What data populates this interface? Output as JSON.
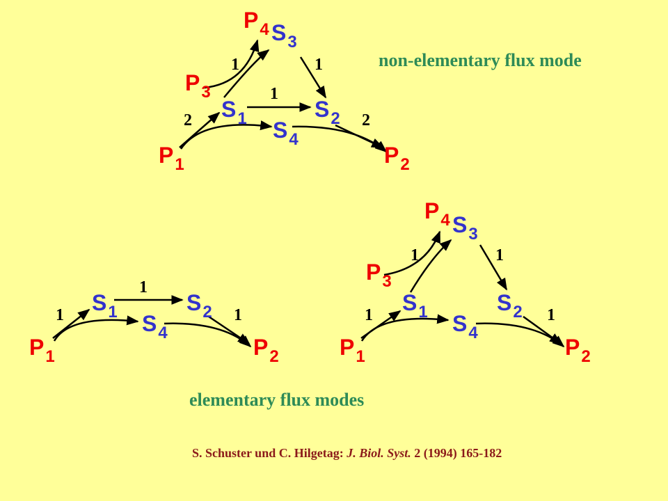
{
  "colors": {
    "background": "#ffff99",
    "product_node": "#ee0000",
    "substrate_node": "#3333cc",
    "caption": "#2e8b57",
    "citation": "#8b1a1a",
    "arrow": "#000000"
  },
  "captions": {
    "non_elementary": "non-elementary flux mode",
    "elementary": "elementary flux modes"
  },
  "citation": {
    "authors": "S. Schuster und C. Hilgetag: ",
    "journal": "J. Biol. Syst.",
    "details": " 2 (1994) 165-182"
  },
  "diagrams": [
    {
      "id": "non-elementary",
      "nodes": [
        {
          "letter": "P",
          "sub": "4"
        },
        {
          "letter": "S",
          "sub": "3"
        },
        {
          "letter": "P",
          "sub": "3"
        },
        {
          "letter": "S",
          "sub": "1"
        },
        {
          "letter": "S",
          "sub": "2"
        },
        {
          "letter": "S",
          "sub": "4"
        },
        {
          "letter": "P",
          "sub": "1"
        },
        {
          "letter": "P",
          "sub": "2"
        }
      ],
      "coefficients": [
        "1",
        "1",
        "1",
        "2",
        "2"
      ]
    },
    {
      "id": "elementary-1",
      "nodes": [
        {
          "letter": "S",
          "sub": "1"
        },
        {
          "letter": "S",
          "sub": "2"
        },
        {
          "letter": "S",
          "sub": "4"
        },
        {
          "letter": "P",
          "sub": "1"
        },
        {
          "letter": "P",
          "sub": "2"
        }
      ],
      "coefficients": [
        "1",
        "1",
        "1"
      ]
    },
    {
      "id": "elementary-2",
      "nodes": [
        {
          "letter": "P",
          "sub": "4"
        },
        {
          "letter": "S",
          "sub": "3"
        },
        {
          "letter": "P",
          "sub": "3"
        },
        {
          "letter": "S",
          "sub": "1"
        },
        {
          "letter": "S",
          "sub": "2"
        },
        {
          "letter": "S",
          "sub": "4"
        },
        {
          "letter": "P",
          "sub": "1"
        },
        {
          "letter": "P",
          "sub": "2"
        }
      ],
      "coefficients": [
        "1",
        "1",
        "1",
        "1"
      ]
    }
  ]
}
